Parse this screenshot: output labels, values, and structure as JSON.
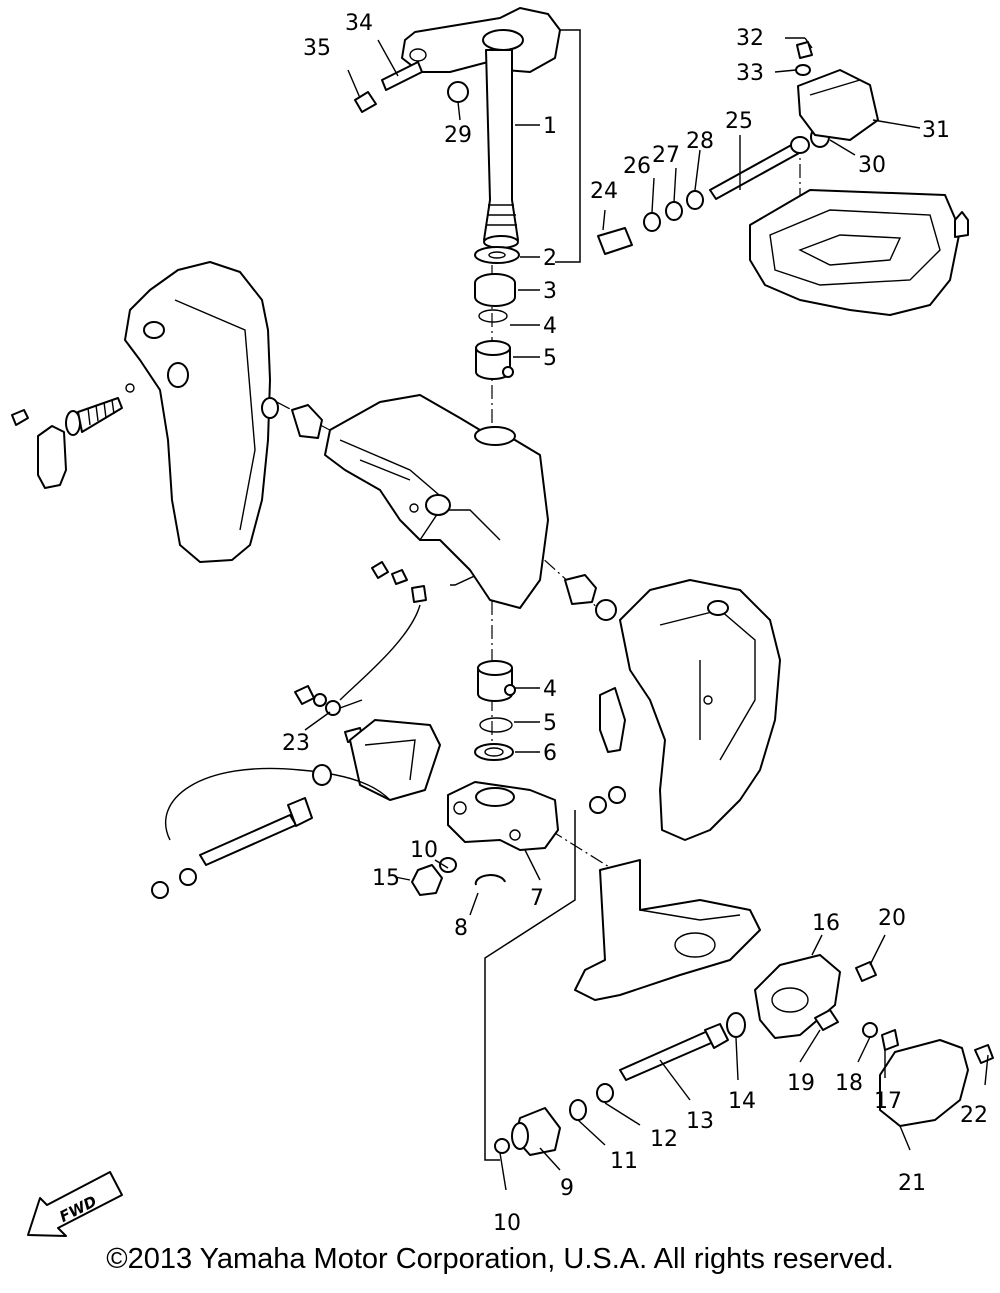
{
  "diagram": {
    "callouts": [
      "1",
      "2",
      "3",
      "4",
      "5",
      "4",
      "5",
      "6",
      "7",
      "8",
      "9",
      "10",
      "10",
      "11",
      "12",
      "13",
      "14",
      "15",
      "16",
      "17",
      "18",
      "19",
      "20",
      "21",
      "22",
      "23",
      "24",
      "25",
      "26",
      "27",
      "28",
      "29",
      "30",
      "31",
      "32",
      "33",
      "34",
      "35"
    ],
    "fwd_label": "FWD"
  },
  "footer": {
    "copyright": "©2013 Yamaha Motor Corporation, U.S.A. All rights reserved."
  }
}
